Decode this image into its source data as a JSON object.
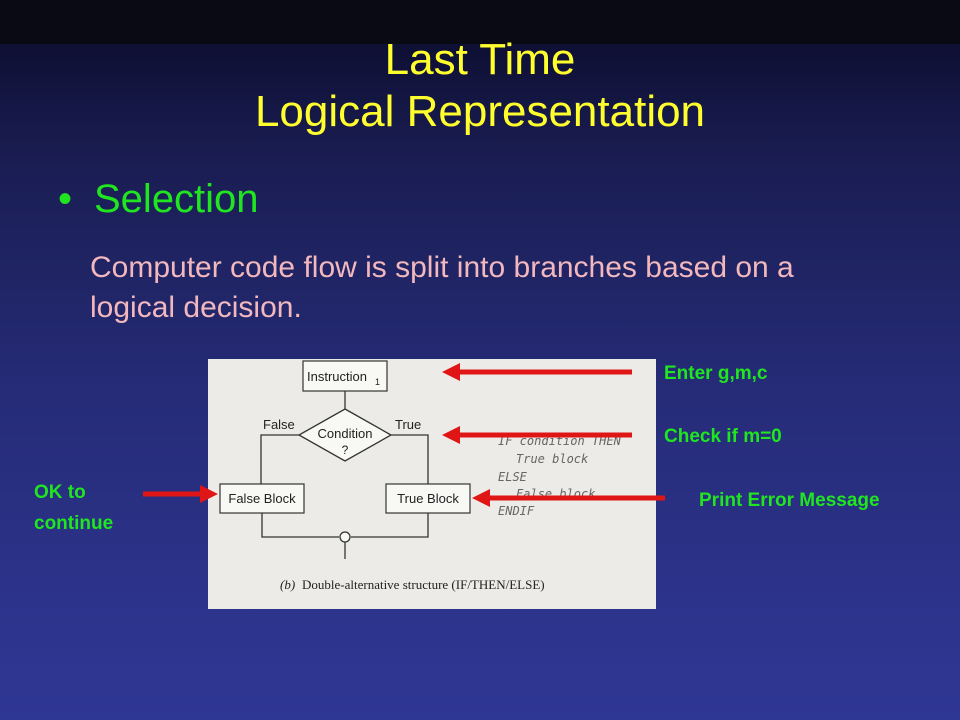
{
  "slide": {
    "title_line1": "Last Time",
    "title_line2": "Logical Representation",
    "bullet": "Selection",
    "description": "Computer code flow is split into branches based on a logical decision."
  },
  "flowchart": {
    "instruction": "Instruction",
    "instruction_sub": "1",
    "condition": "Condition",
    "condition_q": "?",
    "false_label": "False",
    "true_label": "True",
    "false_block": "False Block",
    "true_block": "True Block",
    "pseudocode": [
      "IF condition THEN",
      "True block",
      "ELSE",
      "False block",
      "ENDIF"
    ],
    "caption_prefix": "(b)",
    "caption_text": "Double-alternative structure (IF/THEN/ELSE)"
  },
  "annotations": {
    "enter": "Enter g,m,c",
    "check": "Check if m=0",
    "print_error": "Print Error Message",
    "ok_line1": "OK to",
    "ok_line2": "continue"
  },
  "colors": {
    "title": "#ffff2e",
    "bullet": "#1fe61f",
    "description": "#f3b8bd",
    "arrow": "#e01515",
    "annotation": "#1fe61f"
  }
}
